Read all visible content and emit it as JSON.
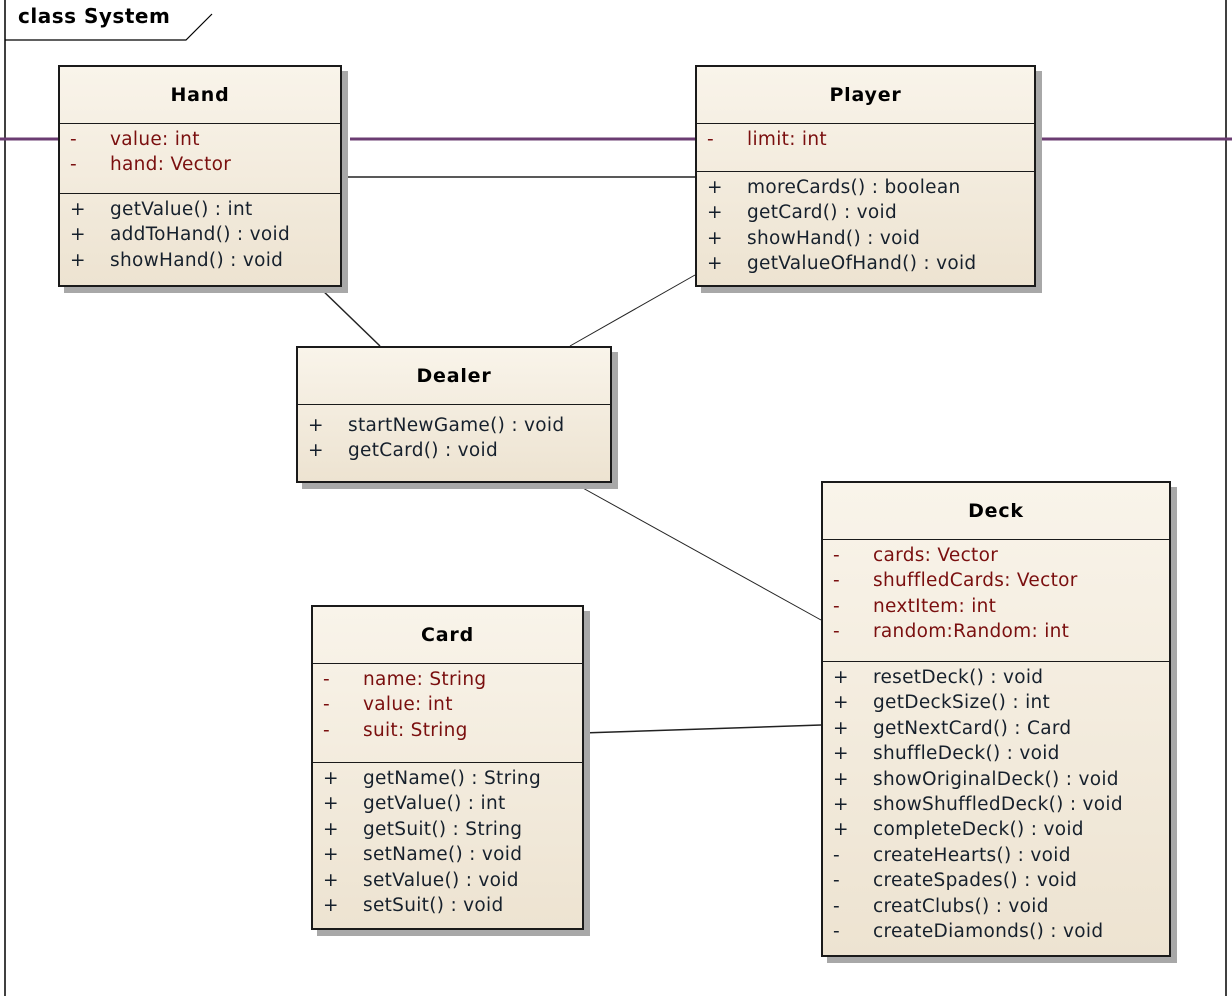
{
  "frame": {
    "label": "class System"
  },
  "colors": {
    "assoc_line": "#6b3c72",
    "attr_text": "#7a0f0f",
    "op_text": "#16202c"
  },
  "classes": {
    "hand": {
      "name": "Hand",
      "attributes": [
        {
          "vis": "-",
          "text": "value: int"
        },
        {
          "vis": "-",
          "text": "hand: Vector"
        }
      ],
      "operations": [
        {
          "vis": "+",
          "text": "getValue() : int"
        },
        {
          "vis": "+",
          "text": "addToHand() : void"
        },
        {
          "vis": "+",
          "text": "showHand() : void"
        }
      ]
    },
    "player": {
      "name": "Player",
      "attributes": [
        {
          "vis": "-",
          "text": "limit: int"
        }
      ],
      "operations": [
        {
          "vis": "+",
          "text": "moreCards() : boolean"
        },
        {
          "vis": "+",
          "text": "getCard() : void"
        },
        {
          "vis": "+",
          "text": "showHand() : void"
        },
        {
          "vis": "+",
          "text": "getValueOfHand() : void"
        }
      ]
    },
    "dealer": {
      "name": "Dealer",
      "attributes": [],
      "operations": [
        {
          "vis": "+",
          "text": "startNewGame() : void"
        },
        {
          "vis": "+",
          "text": "getCard() : void"
        }
      ]
    },
    "deck": {
      "name": "Deck",
      "attributes": [
        {
          "vis": "-",
          "text": "cards: Vector"
        },
        {
          "vis": "-",
          "text": "shuffledCards: Vector"
        },
        {
          "vis": "-",
          "text": "nextItem: int"
        },
        {
          "vis": "-",
          "text": "random:Random: int"
        }
      ],
      "operations": [
        {
          "vis": "+",
          "text": "resetDeck() : void"
        },
        {
          "vis": "+",
          "text": "getDeckSize() : int"
        },
        {
          "vis": "+",
          "text": "getNextCard() : Card"
        },
        {
          "vis": "+",
          "text": "shuffleDeck() : void"
        },
        {
          "vis": "+",
          "text": "showOriginalDeck() : void"
        },
        {
          "vis": "+",
          "text": "showShuffledDeck() : void"
        },
        {
          "vis": "+",
          "text": "completeDeck() : void"
        },
        {
          "vis": "-",
          "text": "createHearts() : void"
        },
        {
          "vis": "-",
          "text": "createSpades() : void"
        },
        {
          "vis": "-",
          "text": "creatClubs() : void"
        },
        {
          "vis": "-",
          "text": "createDiamonds() : void"
        }
      ]
    },
    "card": {
      "name": "Card",
      "attributes": [
        {
          "vis": "-",
          "text": "name: String"
        },
        {
          "vis": "-",
          "text": "value: int"
        },
        {
          "vis": "-",
          "text": "suit: String"
        }
      ],
      "operations": [
        {
          "vis": "+",
          "text": "getName() : String"
        },
        {
          "vis": "+",
          "text": "getValue() : int"
        },
        {
          "vis": "+",
          "text": "getSuit() : String"
        },
        {
          "vis": "+",
          "text": "setName() : void"
        },
        {
          "vis": "+",
          "text": "setValue() : void"
        },
        {
          "vis": "+",
          "text": "setSuit() : void"
        }
      ]
    }
  }
}
